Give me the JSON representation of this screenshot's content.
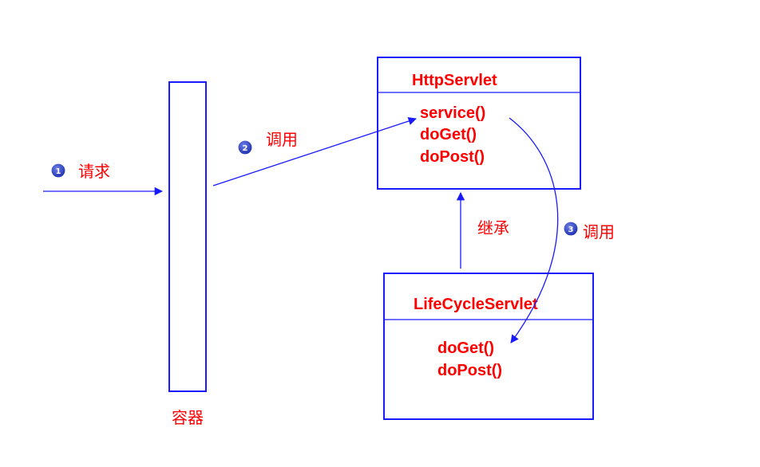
{
  "container": {
    "label": "容器"
  },
  "http_servlet": {
    "title": "HttpServlet",
    "methods": [
      "service()",
      "doGet()",
      "doPost()"
    ]
  },
  "lifecycle_servlet": {
    "title": "LifeCycleServlet",
    "methods": [
      "doGet()",
      "doPost()"
    ]
  },
  "steps": [
    {
      "badge": "1",
      "label": "请求"
    },
    {
      "badge": "2",
      "label": "调用"
    },
    {
      "badge": "3",
      "label": "调用"
    }
  ],
  "inherit_label": "继承",
  "colors": {
    "line": "#1a1aff",
    "text": "#ff0000",
    "badge": "#1c2fb0"
  }
}
